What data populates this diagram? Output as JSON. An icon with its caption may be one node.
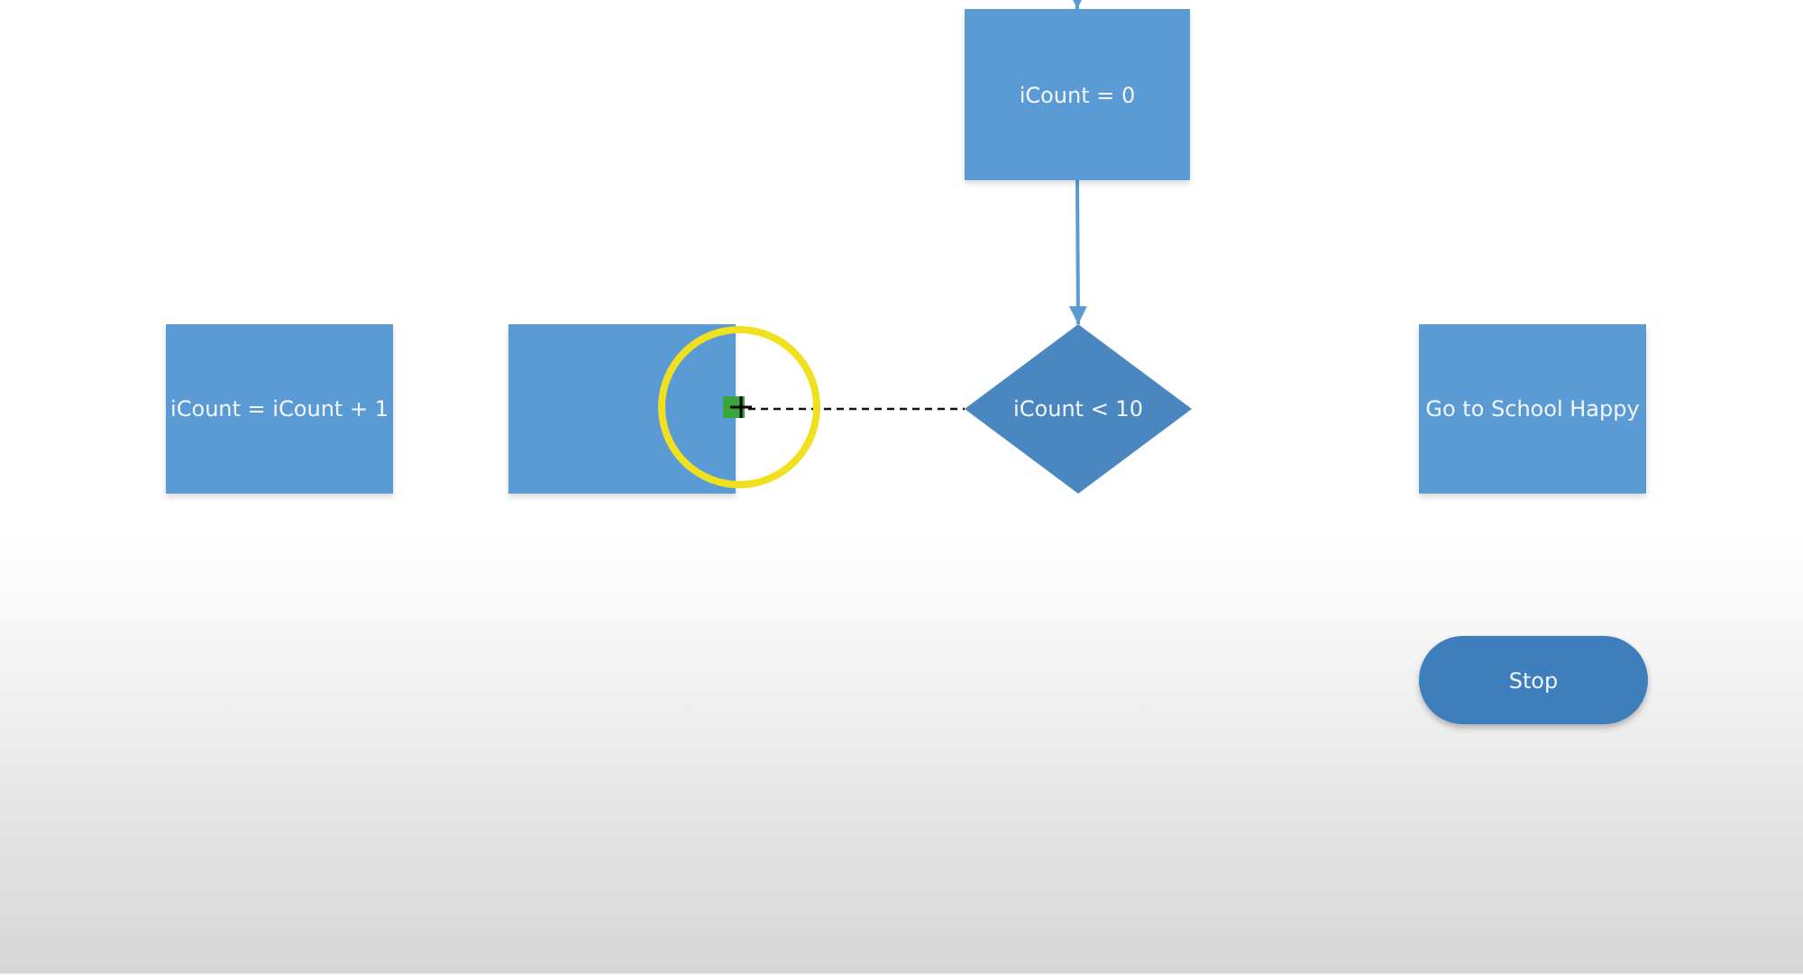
{
  "diagram": {
    "nodes": [
      {
        "text": [
          "iCount = 0"
        ]
      },
      {
        "text": [
          "iCount = iCount + 1"
        ]
      },
      {
        "text": [],
        "shape": "box"
      },
      {
        "text": [
          "iCount < 10"
        ]
      },
      {
        "text": [
          "Go to School Happy"
        ]
      },
      {
        "text": [
          "Stop"
        ]
      }
    ],
    "edges": [
      {
        "from": null,
        "to": 0,
        "arrow": "to"
      },
      {
        "from": 0,
        "to": 3,
        "arrow": "to"
      },
      {
        "from": 2,
        "to": 3,
        "arrow": "none",
        "style": "dashed",
        "color": "#111111"
      }
    ]
  }
}
